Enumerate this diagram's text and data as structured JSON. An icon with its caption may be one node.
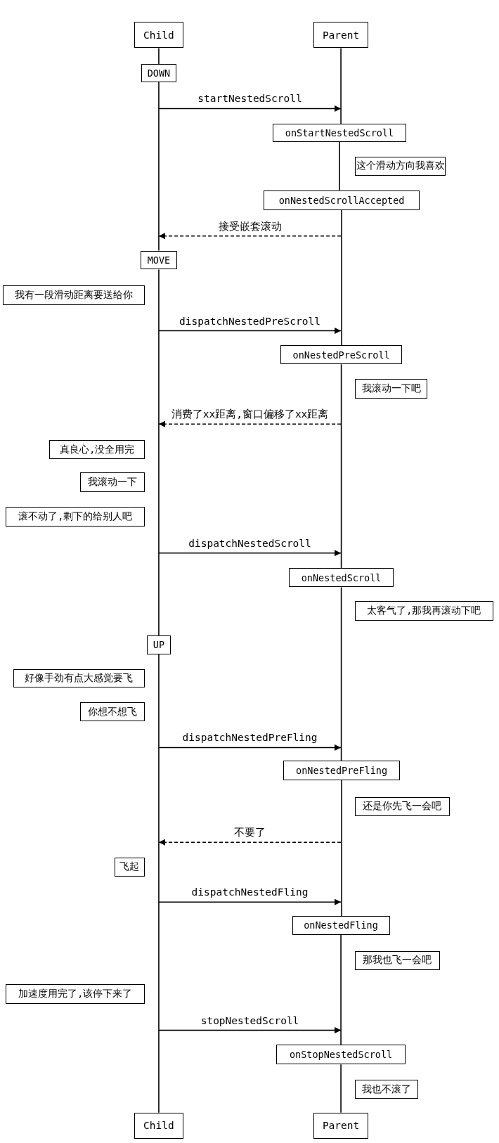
{
  "diagram": {
    "nodes": [
      {
        "text": [
          "Child"
        ]
      },
      {
        "text": [
          "Parent"
        ]
      },
      {
        "text": [
          "DOWN"
        ]
      },
      {
        "text": [
          "onStartNestedScroll"
        ]
      },
      {
        "text": [
          "这个滑动方向我喜欢"
        ]
      },
      {
        "text": [
          "onNestedScrollAccepted"
        ]
      },
      {
        "text": [
          "MOVE"
        ]
      },
      {
        "text": [
          "我有一段滑动距离要送给你"
        ]
      },
      {
        "text": [
          "onNestedPreScroll"
        ]
      },
      {
        "text": [
          "我滚动一下吧"
        ]
      },
      {
        "text": [
          "真良心,没全用完"
        ]
      },
      {
        "text": [
          "我滚动一下"
        ]
      },
      {
        "text": [
          "滚不动了,剩下的给别人吧"
        ]
      },
      {
        "text": [
          "onNestedScroll"
        ]
      },
      {
        "text": [
          "太客气了,那我再滚动下吧"
        ]
      },
      {
        "text": [
          "UP"
        ]
      },
      {
        "text": [
          "好像手劲有点大感觉要飞"
        ]
      },
      {
        "text": [
          "你想不想飞"
        ]
      },
      {
        "text": [
          "onNestedPreFling"
        ]
      },
      {
        "text": [
          "还是你先飞一会吧"
        ]
      },
      {
        "text": [
          "飞起"
        ]
      },
      {
        "text": [
          "onNestedFling"
        ]
      },
      {
        "text": [
          "那我也飞一会吧"
        ]
      },
      {
        "text": [
          "加速度用完了,该停下来了"
        ]
      },
      {
        "text": [
          "onStopNestedScroll"
        ]
      },
      {
        "text": [
          "我也不滚了"
        ]
      },
      {
        "text": [
          "Child"
        ]
      },
      {
        "text": [
          "Parent"
        ]
      }
    ],
    "edges": [
      {
        "from": 0,
        "to": 2,
        "arrow": "none"
      },
      {
        "from": 2,
        "to": 6,
        "arrow": "none"
      },
      {
        "from": 6,
        "to": 15,
        "arrow": "none"
      },
      {
        "from": 15,
        "to": 26,
        "arrow": "none"
      },
      {
        "from": 1,
        "to": 3,
        "arrow": "none"
      },
      {
        "from": 3,
        "to": 5,
        "arrow": "none"
      },
      {
        "from": 5,
        "to": 8,
        "arrow": "none"
      },
      {
        "from": 8,
        "to": 13,
        "arrow": "none"
      },
      {
        "from": 13,
        "to": 18,
        "arrow": "none"
      },
      {
        "from": 18,
        "to": 21,
        "arrow": "none"
      },
      {
        "from": 21,
        "to": 24,
        "arrow": "none"
      },
      {
        "from": 24,
        "to": 27,
        "arrow": "none"
      },
      {
        "from": null,
        "to": 3,
        "arrow": "to",
        "label": "startNestedScroll"
      },
      {
        "from": null,
        "to": 6,
        "arrow": "to",
        "label": "接受嵌套滚动",
        "style": "dashed"
      },
      {
        "from": null,
        "to": 8,
        "arrow": "to",
        "label": "dispatchNestedPreScroll"
      },
      {
        "from": null,
        "to": 10,
        "arrow": "to",
        "label": "消费了xx距离,窗口偏移了xx距离",
        "style": "dashed"
      },
      {
        "from": null,
        "to": 13,
        "arrow": "to",
        "label": "dispatchNestedScroll"
      },
      {
        "from": null,
        "to": 18,
        "arrow": "to",
        "label": "dispatchNestedPreFling"
      },
      {
        "from": null,
        "to": 20,
        "arrow": "to",
        "label": "不要了",
        "style": "dashed"
      },
      {
        "from": null,
        "to": 21,
        "arrow": "to",
        "label": "dispatchNestedFling"
      },
      {
        "from": null,
        "to": 24,
        "arrow": "to",
        "label": "stopNestedScroll"
      }
    ]
  }
}
